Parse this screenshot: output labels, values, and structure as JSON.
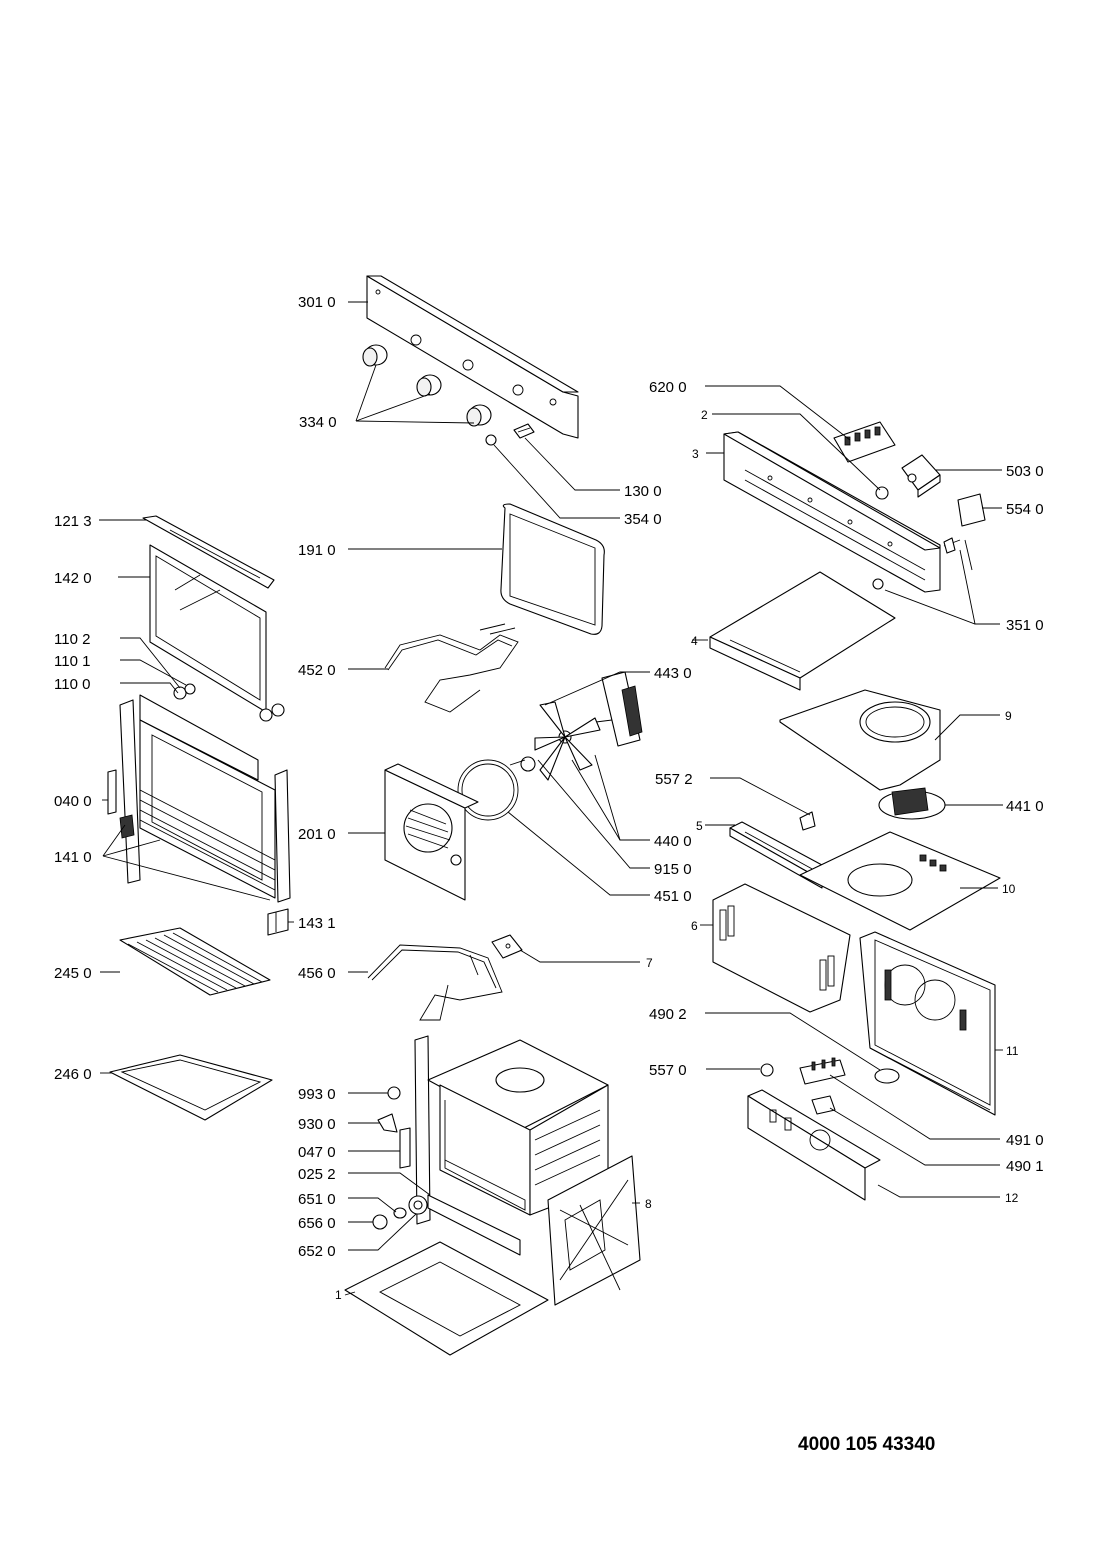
{
  "diagram": {
    "document_number": "4000 105 43340",
    "labels": {
      "l3010": "301 0",
      "l3340": "334 0",
      "l1300": "130 0",
      "l3540": "354 0",
      "l6200": "620 0",
      "l2": "2",
      "l3": "3",
      "l5030": "503 0",
      "l5540": "554 0",
      "l1213": "121 3",
      "l1420": "142 0",
      "l1910": "191 0",
      "l3510": "351 0",
      "l4": "4",
      "l1102": "110 2",
      "l1101": "110 1",
      "l1100": "110 0",
      "l4520": "452 0",
      "l4430": "443 0",
      "l9": "9",
      "l0400": "040 0",
      "l5572": "557 2",
      "l4410": "441 0",
      "l1410": "141 0",
      "l2010": "201 0",
      "l4400": "440 0",
      "l5": "5",
      "l9150": "915 0",
      "l4510": "451 0",
      "l10": "10",
      "l1431": "143 1",
      "l6": "6",
      "l2450": "245 0",
      "l4560": "456 0",
      "l7": "7",
      "l4902": "490 2",
      "l11": "11",
      "l2460": "246 0",
      "l9930": "993 0",
      "l5570": "557 0",
      "l9300": "930 0",
      "l0470": "047 0",
      "l4910": "491 0",
      "l4901": "490 1",
      "l0252": "025 2",
      "l6510": "651 0",
      "l8": "8",
      "l12": "12",
      "l6560": "656 0",
      "l6520": "652 0",
      "l1": "1"
    }
  }
}
